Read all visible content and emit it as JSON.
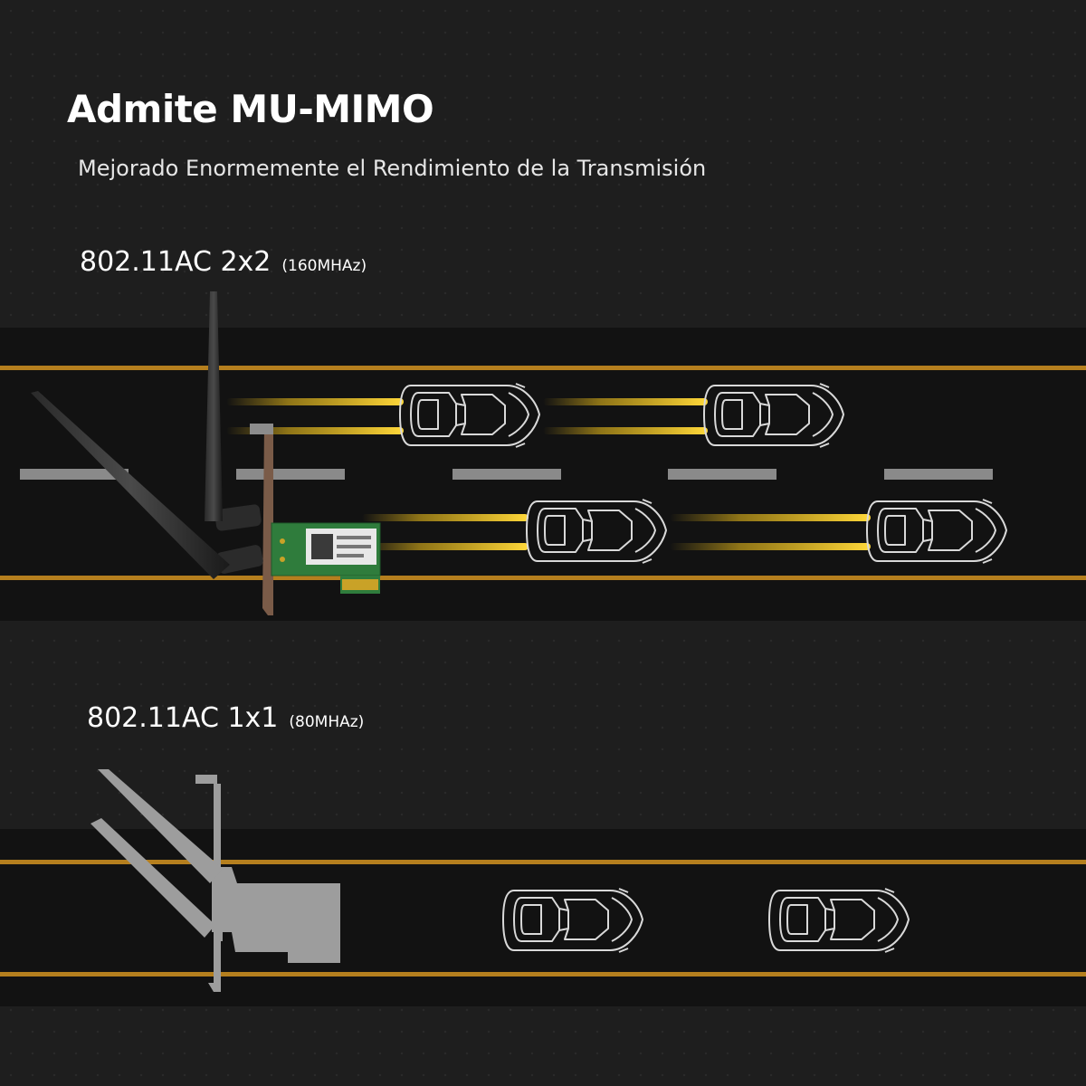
{
  "header": {
    "title": "Admite MU-MIMO",
    "subtitle": "Mejorado Enormemente el Rendimiento de la Transmisión"
  },
  "lanes": [
    {
      "standard": "802.11AC 2x2",
      "bandwidth": "(160MHAz)"
    },
    {
      "standard": "802.11AC 1x1",
      "bandwidth": "(80MHAz)"
    }
  ],
  "colors": {
    "background": "#1e1e1e",
    "road": "#121212",
    "lane_line": "#b57f1e",
    "beam": "#f5c51c",
    "card_pcb": "#2f7c3c",
    "card_ghost": "#9d9d9d"
  }
}
